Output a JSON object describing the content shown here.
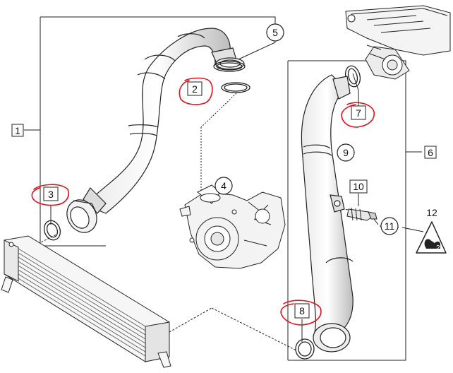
{
  "diagram": {
    "callouts": {
      "p1": "1",
      "p2": "2",
      "p3": "3",
      "p4": "4",
      "p5": "5",
      "p6": "6",
      "p7": "7",
      "p8": "8",
      "p9": "9",
      "p10": "10",
      "p11": "11",
      "p12": "12"
    },
    "annotation_color": "#e0141e",
    "line_color": "#222222"
  }
}
